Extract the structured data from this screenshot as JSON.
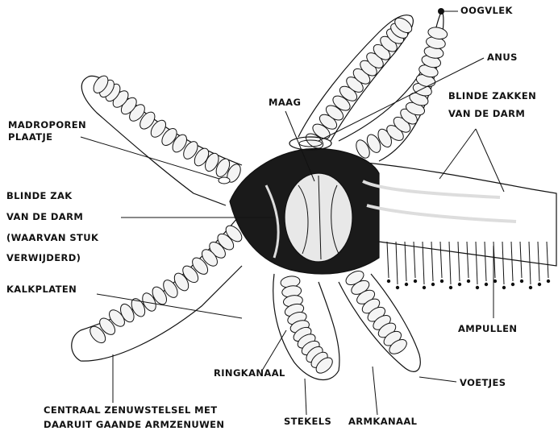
{
  "labels": {
    "oogvlek": "OOGVLEK",
    "anus": "ANUS",
    "maag": "MAAG",
    "blinde_zakken_1": "BLINDE ZAKKEN",
    "blinde_zakken_2": "VAN DE DARM",
    "madroporen_1": "MADROPOREN",
    "madroporen_2": "PLAATJE",
    "blinde_zak_1": "BLINDE ZAK",
    "blinde_zak_2": "VAN DE DARM",
    "blinde_zak_3": "(WAARVAN STUK",
    "blinde_zak_4": "VERWIJDERD)",
    "kalkplaten": "KALKPLATEN",
    "ampullen": "AMPULLEN",
    "ringkanaal": "RINGKANAAL",
    "voetjes": "VOETJES",
    "centraal_1": "CENTRAAL ZENUWSTELSEL MET",
    "centraal_2": "DAARUIT GAANDE ARMZENUWEN",
    "stekels": "STEKELS",
    "armkanaal": "ARMKANAAL"
  },
  "colors": {
    "ink": "#111111",
    "background": "#ffffff",
    "segment_fill": "#f4f4f4",
    "cavity_fill": "#1a1a1a"
  }
}
